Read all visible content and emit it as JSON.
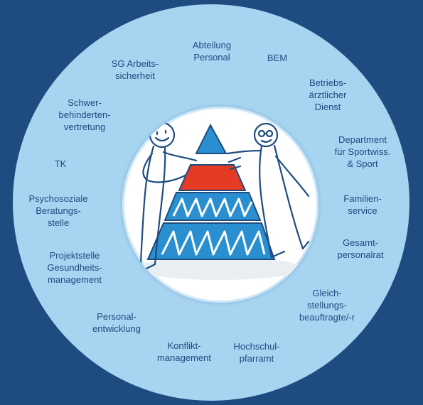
{
  "diagram": {
    "colors": {
      "background": "#1e4c80",
      "ring": "#a6d4f1",
      "text": "#1e4c80",
      "pyramid_top": "#e53a24",
      "pyramid_levels": "#2a8fd0"
    },
    "center_illustration": "two-stick-figures-building-pyramid-icon",
    "labels": [
      {
        "id": "abteilung-personal",
        "text": "Abteilung\nPersonal"
      },
      {
        "id": "bem",
        "text": "BEM"
      },
      {
        "id": "betriebsaerztlicher-dienst",
        "text": "Betriebs-\närztlicher\nDienst"
      },
      {
        "id": "department-sportwiss",
        "text": "Department\nfür Sportwiss.\n& Sport"
      },
      {
        "id": "familienservice",
        "text": "Familien-\nservice"
      },
      {
        "id": "gesamtpersonalrat",
        "text": "Gesamt-\npersonalrat"
      },
      {
        "id": "gleichstellungsbeauftragte",
        "text": "Gleich-\nstellungs-\nbeauftragte/-r"
      },
      {
        "id": "hochschulpfarramt",
        "text": "Hochschul-\npfarramt"
      },
      {
        "id": "konfliktmanagement",
        "text": "Konflikt-\nmanagement"
      },
      {
        "id": "personalentwicklung",
        "text": "Personal-\nentwicklung"
      },
      {
        "id": "projektstelle-gesundheitsmanagement",
        "text": "Projektstelle\nGesundheits-\nmanagement"
      },
      {
        "id": "psychosoziale-beratungsstelle",
        "text": "Psychosoziale\nBeratungs-\nstelle"
      },
      {
        "id": "tk",
        "text": "TK"
      },
      {
        "id": "schwerbehindertenvertretung",
        "text": "Schwer-\nbehinderten-\nvertretung"
      },
      {
        "id": "sg-arbeitssicherheit",
        "text": "SG Arbeits-\nsicherheit"
      }
    ]
  }
}
